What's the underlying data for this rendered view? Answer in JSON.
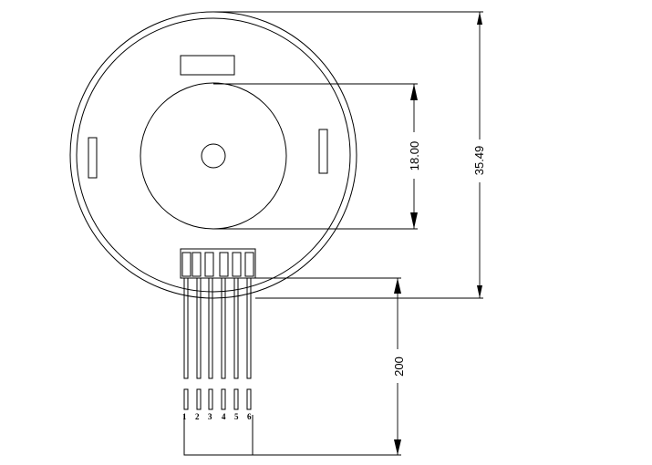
{
  "dimensions": {
    "outer_diameter": "35.49",
    "inner_diameter": "18.00",
    "cable_length": "200"
  },
  "pins": [
    "1",
    "2",
    "3",
    "4",
    "5",
    "6"
  ],
  "colors": {
    "line": "#000000",
    "background": "#ffffff"
  }
}
